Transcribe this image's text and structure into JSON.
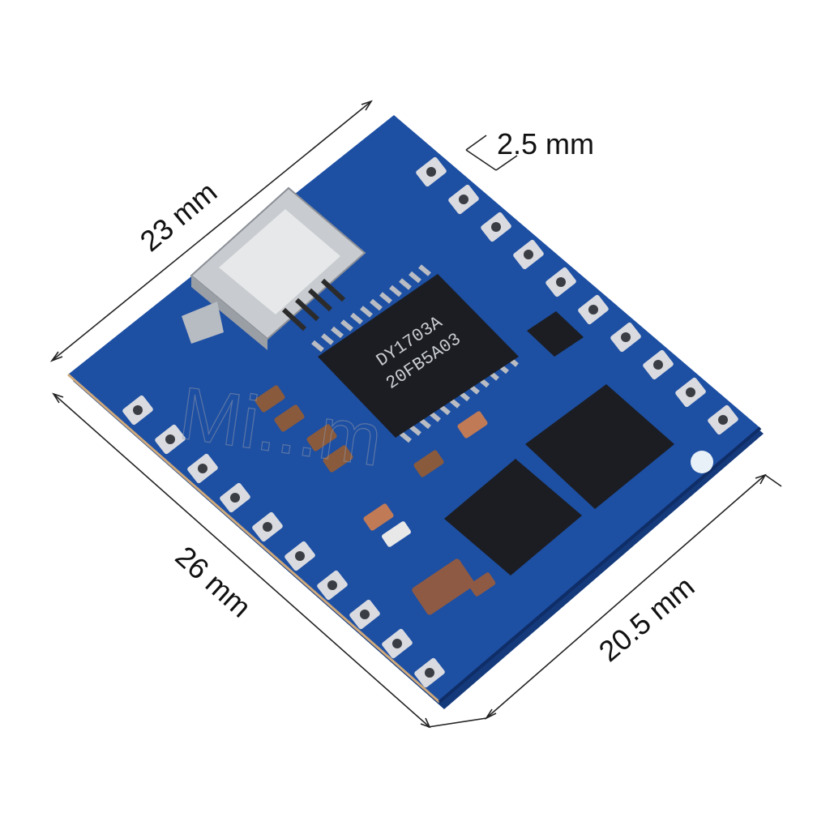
{
  "dimensions": {
    "top": "23 mm",
    "pitch": "2.5 mm",
    "left": "26 mm",
    "right": "20.5 mm"
  },
  "chip_marking": {
    "line1": "DY1703A",
    "line2": "20FB5A03"
  },
  "watermark": "Mi...m",
  "colors": {
    "pcb": "#1d4fa3",
    "pcb_edge": "#143a7c",
    "ic": "#1b1d22",
    "pad": "#d9dbe0"
  }
}
